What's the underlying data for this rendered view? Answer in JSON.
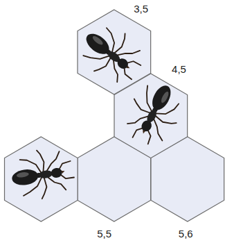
{
  "diagram": {
    "nodes": [
      {
        "text": [
          "3,5"
        ]
      },
      {
        "text": [
          "4,5"
        ]
      },
      {
        "text": [
          "5,5"
        ]
      },
      {
        "text": [
          "5,6"
        ]
      }
    ]
  }
}
